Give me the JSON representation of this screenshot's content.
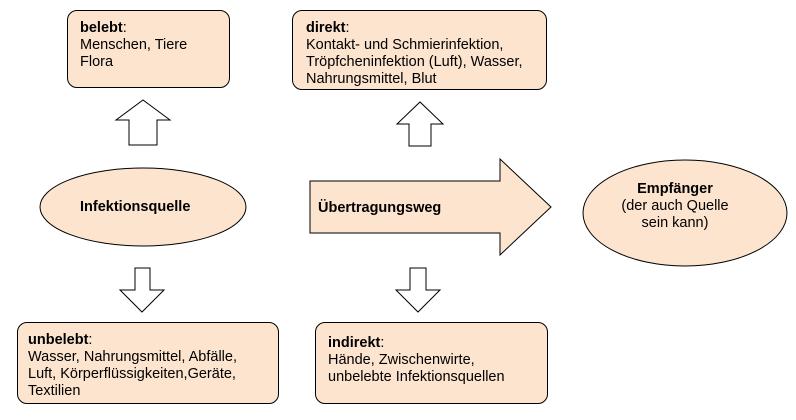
{
  "colors": {
    "fill": "#fce4cf",
    "stroke": "#000000",
    "arrow_fill": "#ffffff"
  },
  "source": {
    "title": "Infektionsquelle"
  },
  "channel": {
    "title": "Übertragungsweg"
  },
  "receiver": {
    "title": "Empfänger",
    "subtitle_lines": [
      "(der auch Quelle",
      "sein kann)"
    ]
  },
  "boxes": {
    "belebt": {
      "title": "belebt",
      "colon": ":",
      "lines": [
        "Menschen, Tiere",
        "Flora"
      ]
    },
    "direkt": {
      "title": "direkt",
      "colon": ":",
      "lines": [
        "Kontakt- und Schmierinfektion,",
        "Tröpfcheninfektion (Luft), Wasser,",
        "Nahrungsmittel, Blut"
      ]
    },
    "unbelebt": {
      "title": "unbelebt",
      "colon": ":",
      "lines": [
        "Wasser, Nahrungsmittel, Abfälle,",
        "Luft, Körperflüssigkeiten,Geräte,",
        "Textilien"
      ]
    },
    "indirekt": {
      "title": "indirekt",
      "colon": ":",
      "lines": [
        "Hände, Zwischenwirte,",
        "unbelebte Infektionsquellen"
      ]
    }
  }
}
